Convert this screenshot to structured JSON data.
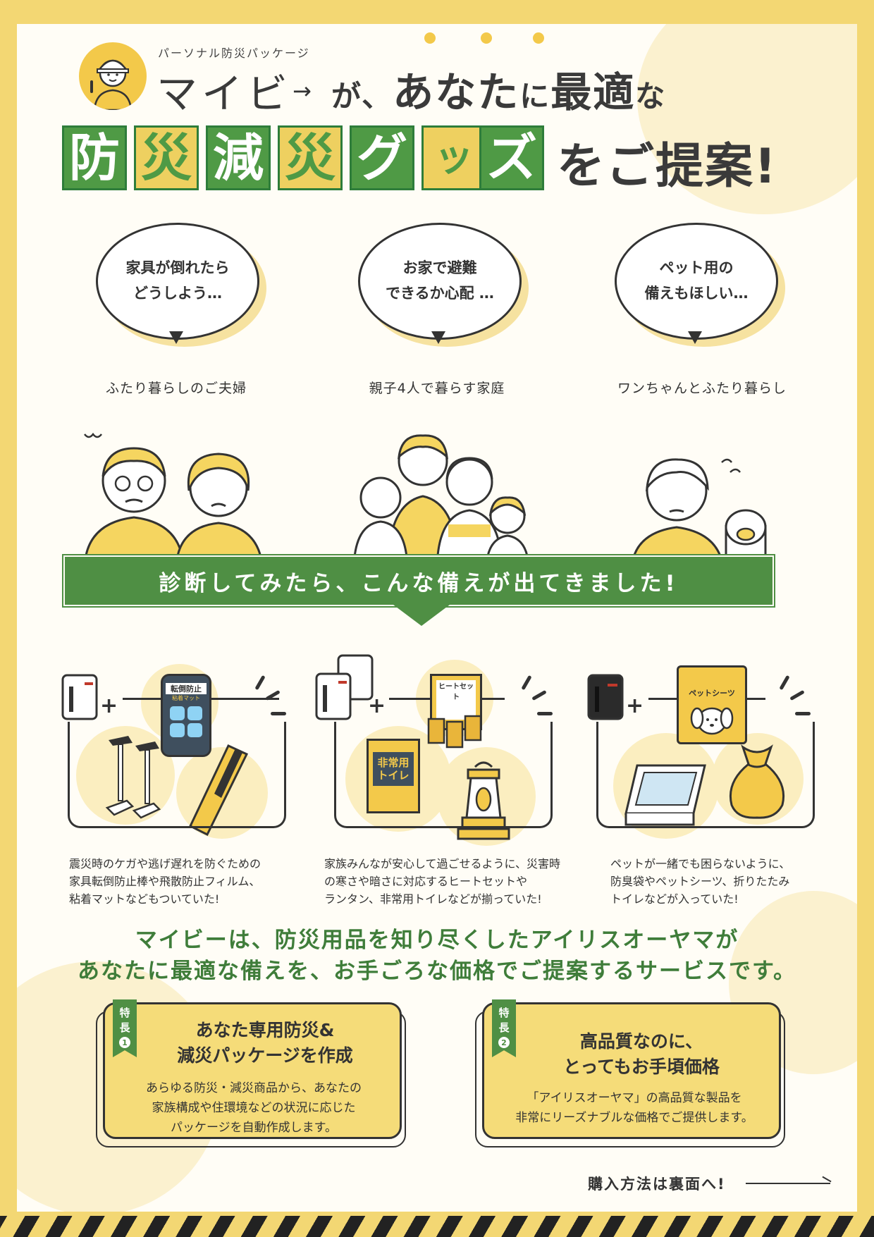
{
  "header": {
    "sub_brand": "パーソナル防災パッケージ",
    "brand": "マイビ",
    "arrow_glyph": "→",
    "tagline_part1": "が、",
    "tagline_part2": "あなた",
    "tagline_part3": "に",
    "tagline_part4": "最適",
    "tagline_part5": "な",
    "tiles": [
      "防",
      "災",
      "減",
      "災",
      "グ",
      "ッ",
      "ズ"
    ],
    "tagline_end": "をご提案!"
  },
  "personas": [
    {
      "bubble_line1": "家具が倒れたら",
      "bubble_line2": "どうしよう…",
      "label": "ふたり暮らしのご夫婦"
    },
    {
      "bubble_line1": "お家で避難",
      "bubble_line2": "できるか心配 …",
      "label": "親子4人で暮らす家庭"
    },
    {
      "bubble_line1": "ペット用の",
      "bubble_line2": "備えもほしい…",
      "label": "ワンちゃんとふたり暮らし"
    }
  ],
  "banner": {
    "text": "診断してみたら、こんな備えが出てきました!"
  },
  "packages": [
    {
      "items": {
        "mat_label_1": "転倒防止",
        "mat_label_2": "粘着マット"
      },
      "desc_line1": "震災時のケガや逃げ遅れを防ぐための",
      "desc_line2": "家具転倒防止棒や飛散防止フィルム、",
      "desc_line3": "粘着マットなどもついていた!"
    },
    {
      "items": {
        "heat_label": "ヒートセット",
        "toilet_label_1": "非常用",
        "toilet_label_2": "トイレ"
      },
      "desc_line1": "家族みんなが安心して過ごせるように、災害時",
      "desc_line2": "の寒さや暗さに対応するヒートセットや",
      "desc_line3": "ランタン、非常用トイレなどが揃っていた!"
    },
    {
      "items": {
        "sheet_label": "ペットシーツ"
      },
      "desc_line1": "ペットが一緒でも困らないように、",
      "desc_line2": "防臭袋やペットシーツ、折りたたみ",
      "desc_line3": "トイレなどが入っていた!"
    }
  ],
  "statement": {
    "line1": "マイビーは、防災用品を知り尽くしたアイリスオーヤマが",
    "line2": "あなたに最適な備えを、お手ごろな価格でご提案するサービスです。"
  },
  "features": [
    {
      "ribbon_1": "特",
      "ribbon_2": "長",
      "ribbon_num": "1",
      "title_line1": "あなた専用防災&",
      "title_line2": "減災パッケージを作成",
      "body_line1": "あらゆる防災・減災商品から、あなたの",
      "body_line2": "家族構成や住環境などの状況に応じた",
      "body_line3": "パッケージを自動作成します。"
    },
    {
      "ribbon_1": "特",
      "ribbon_2": "長",
      "ribbon_num": "2",
      "title_line1": "高品質なのに、",
      "title_line2": "とってもお手頃価格",
      "body_line1": "「アイリスオーヤマ」の高品質な製品を",
      "body_line2": "非常にリーズナブルな価格でご提供します。"
    }
  ],
  "footer": {
    "back_note": "購入方法は裏面へ!"
  },
  "colors": {
    "green": "#4f8f44",
    "yellow": "#f3d773",
    "card_yellow": "#f5dc79",
    "text": "#333333"
  }
}
